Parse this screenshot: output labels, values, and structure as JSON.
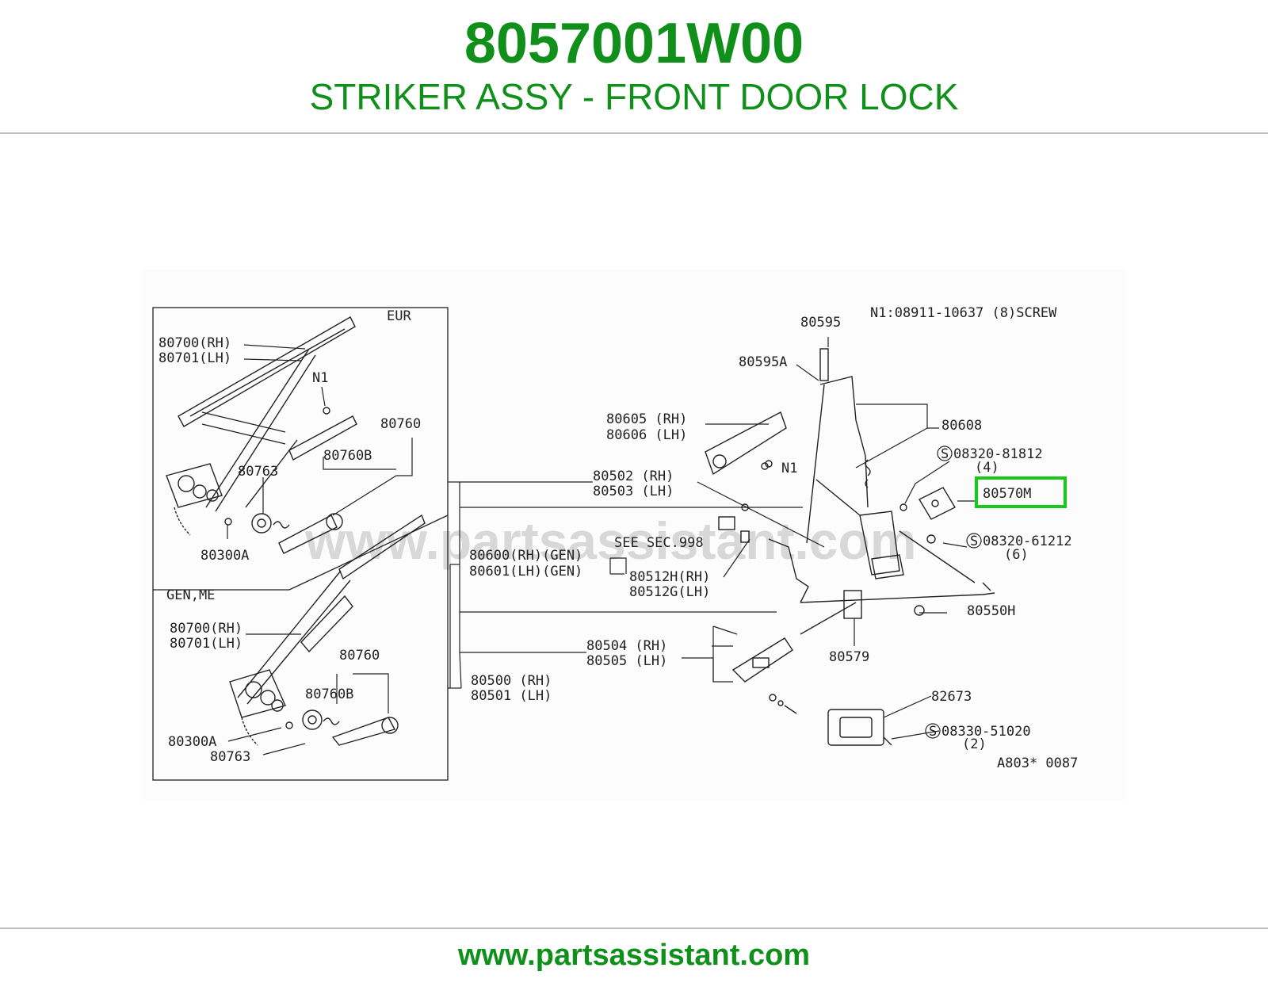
{
  "header": {
    "part_number": "8057001W00",
    "description": "STRIKER ASSY - FRONT DOOR LOCK"
  },
  "colors": {
    "brand_green": "#10901a",
    "highlight": "#19c919"
  },
  "diagram": {
    "watermark": "www.partsassistant.com",
    "labels": {
      "eur": "EUR",
      "gen_me": "GEN,ME",
      "eur_80700": "80700(RH)",
      "eur_80701": "80701(LH)",
      "eur_n1": "N1",
      "eur_80760": "80760",
      "eur_80763": "80763",
      "eur_80760b": "80760B",
      "eur_80300a": "80300A",
      "gen_80700": "80700(RH)",
      "gen_80701": "80701(LH)",
      "gen_80760": "80760",
      "gen_80760b": "80760B",
      "gen_80300a": "80300A",
      "gen_80763": "80763",
      "n1_note": "N1:08911-10637 (8)SCREW",
      "p80595": "80595",
      "p80595a": "80595A",
      "p80605": "80605 (RH)",
      "p80606": "80606 (LH)",
      "n1_small": "N1",
      "p80608": "80608",
      "p08320_81812": "08320-81812",
      "qty4": "(4)",
      "p80570m": "80570M",
      "p80502": "80502 (RH)",
      "p80503": "80503 (LH)",
      "see_sec": "SEE SEC.998",
      "p08320_61212": "08320-61212",
      "qty6": "(6)",
      "p80600": "80600(RH)(GEN)",
      "p80601": "80601(LH)(GEN)",
      "p80512h": "80512H(RH)",
      "p80512g": "80512G(LH)",
      "p80550h": "80550H",
      "p80504": "80504 (RH)",
      "p80505": "80505 (LH)",
      "p80579": "80579",
      "p80500": "80500 (RH)",
      "p80501": "80501 (LH)",
      "p82673": "82673",
      "p08330_51020": "08330-51020",
      "qty2": "(2)",
      "ref": "A803* 0087"
    }
  },
  "footer": {
    "url": "www.partsassistant.com"
  }
}
